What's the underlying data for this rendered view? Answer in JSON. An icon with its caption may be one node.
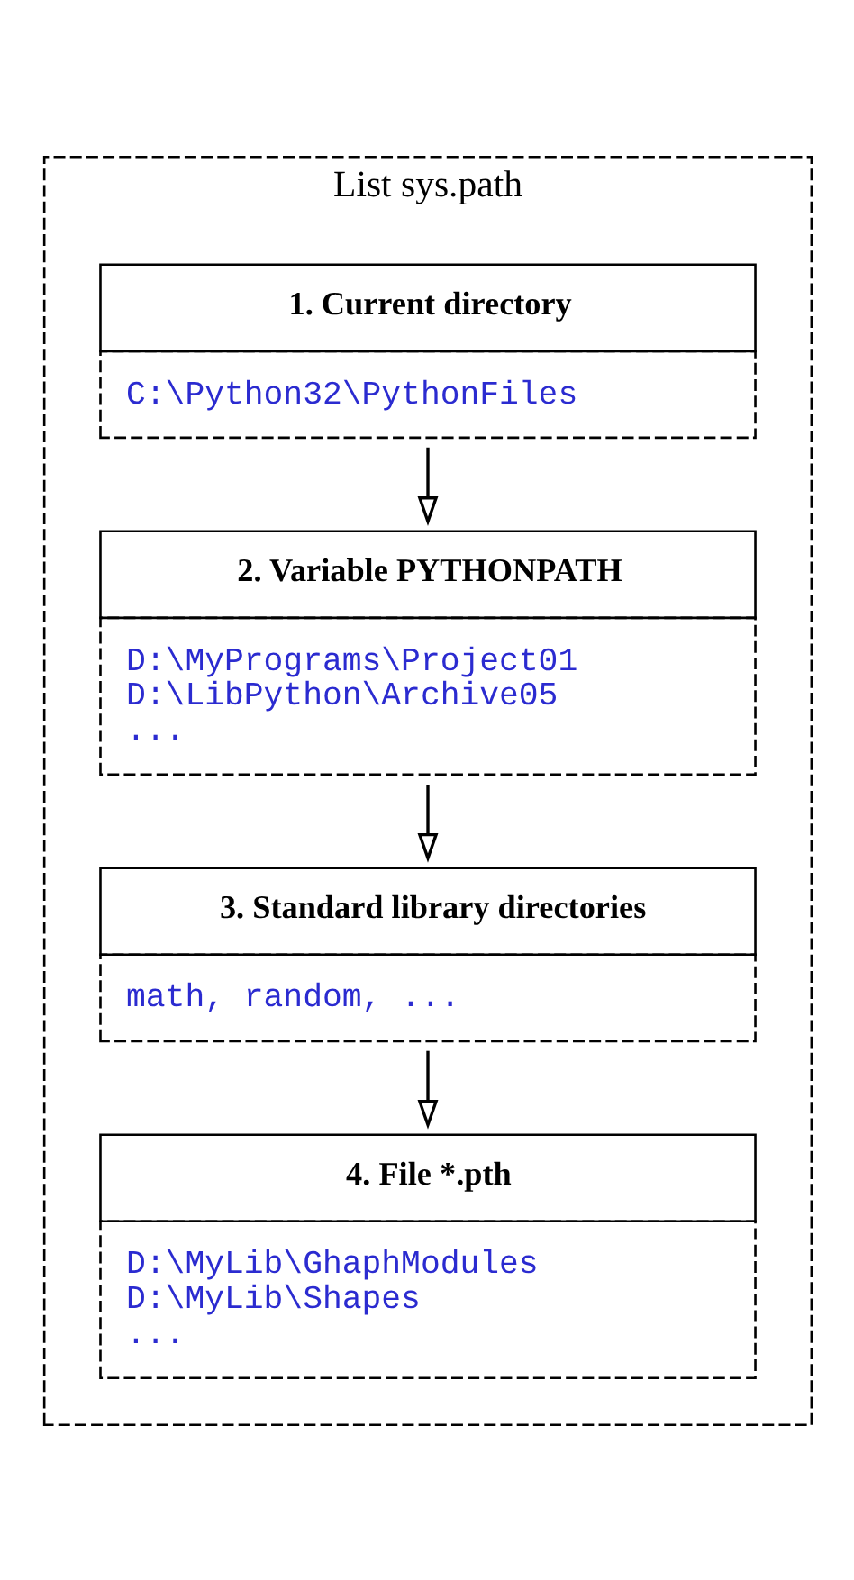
{
  "diagram": {
    "nodes": [
      {
        "text": [
          "List sys.path"
        ]
      },
      {
        "text": [
          "1. Current directory",
          "C:\\Python32\\PythonFiles"
        ],
        "in": 0
      },
      {
        "text": [
          "2. Variable PYTHONPATH",
          "D:\\MyPrograms\\Project01",
          "D:\\LibPython\\Archive05",
          "..."
        ],
        "in": 0
      },
      {
        "text": [
          "3. Standard library directories",
          "math, random, ..."
        ],
        "in": 0
      },
      {
        "text": [
          "4. File *.pth",
          "D:\\MyLib\\GhaphModules",
          "D:\\MyLib\\Shapes",
          "..."
        ],
        "in": 0
      }
    ],
    "edges": [
      {
        "from": 1,
        "to": 2,
        "arrow": "to"
      },
      {
        "from": 2,
        "to": 3,
        "arrow": "to"
      },
      {
        "from": 3,
        "to": 4,
        "arrow": "to"
      }
    ]
  }
}
